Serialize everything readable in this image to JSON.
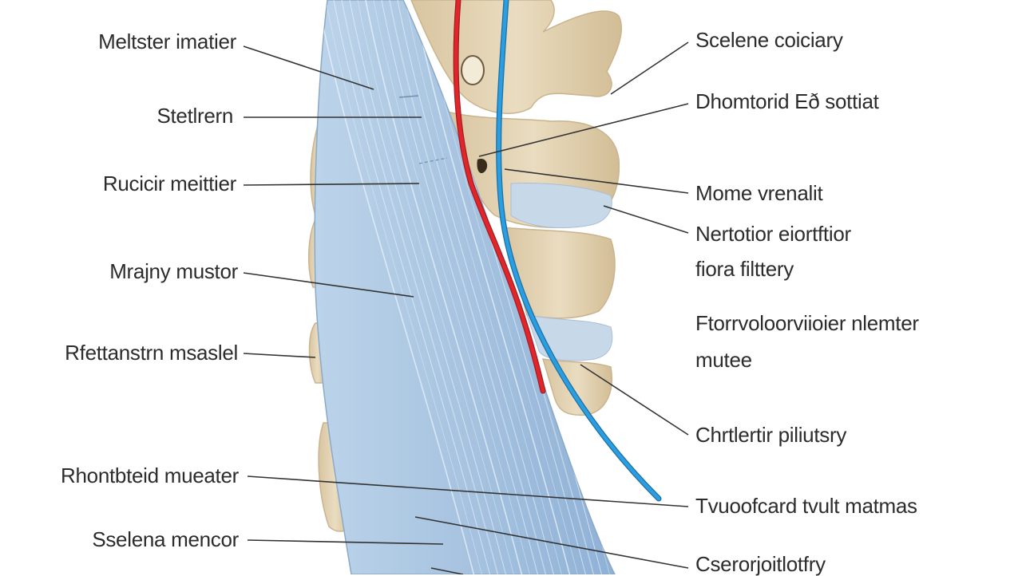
{
  "illustration": {
    "structures": [
      "vertebral-column-bone-icon",
      "muscle-band",
      "artery-line",
      "vein-line"
    ],
    "colors": {
      "bone": "#e6d6b6",
      "bone_shadow": "#c9b48e",
      "muscle": "#a9c6e2",
      "muscle_fiber": "#eaf3fb",
      "artery": "#e0262b",
      "vein": "#2b9ee0",
      "leader": "#333333",
      "text": "#2c2c2c"
    }
  },
  "labels": {
    "left": [
      "Meltster imatier",
      "Stetlrern",
      "Rucicir meittier",
      "Mrajny mustor",
      "Rfettanstrn msaslel",
      "Rhontbteid mueater",
      "Sselena mencor"
    ],
    "right": [
      "Scelene coiciary",
      "Dhomtorid Eð sottiat",
      "Mome vrenalit",
      "Nertotior eiortftior",
      "fiora filttery",
      "Ftorrvoloorviioier nlemter",
      "mutee",
      "Chrtlertir piliutsry",
      "Tvuoofcard tvult matmas",
      "Cserorjoitlotfry"
    ]
  }
}
